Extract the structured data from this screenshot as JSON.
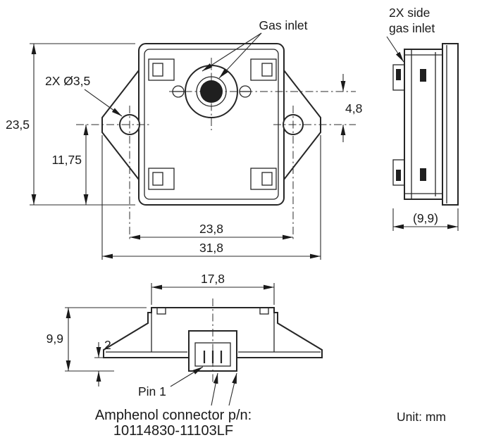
{
  "drawing": {
    "unit_label": "Unit: mm",
    "front_view": {
      "gas_inlet_label": "Gas inlet",
      "hole_label": "2X Ø3,5",
      "dim_height": "23,5",
      "dim_hole_offset": "11,75",
      "dim_inlet_offset": "4,8",
      "dim_hole_spacing": "23,8",
      "dim_width": "31,8"
    },
    "side_view": {
      "label_line1": "2X side",
      "label_line2": "gas inlet",
      "dim_depth": "(9,9)"
    },
    "bottom_view": {
      "dim_top_width": "17,8",
      "dim_height": "9,9",
      "dim_standoff": "2",
      "pin_label": "Pin 1",
      "connector_label_line1": "Amphenol connector p/n:",
      "connector_label_line2": "10114830-11103LF"
    }
  }
}
